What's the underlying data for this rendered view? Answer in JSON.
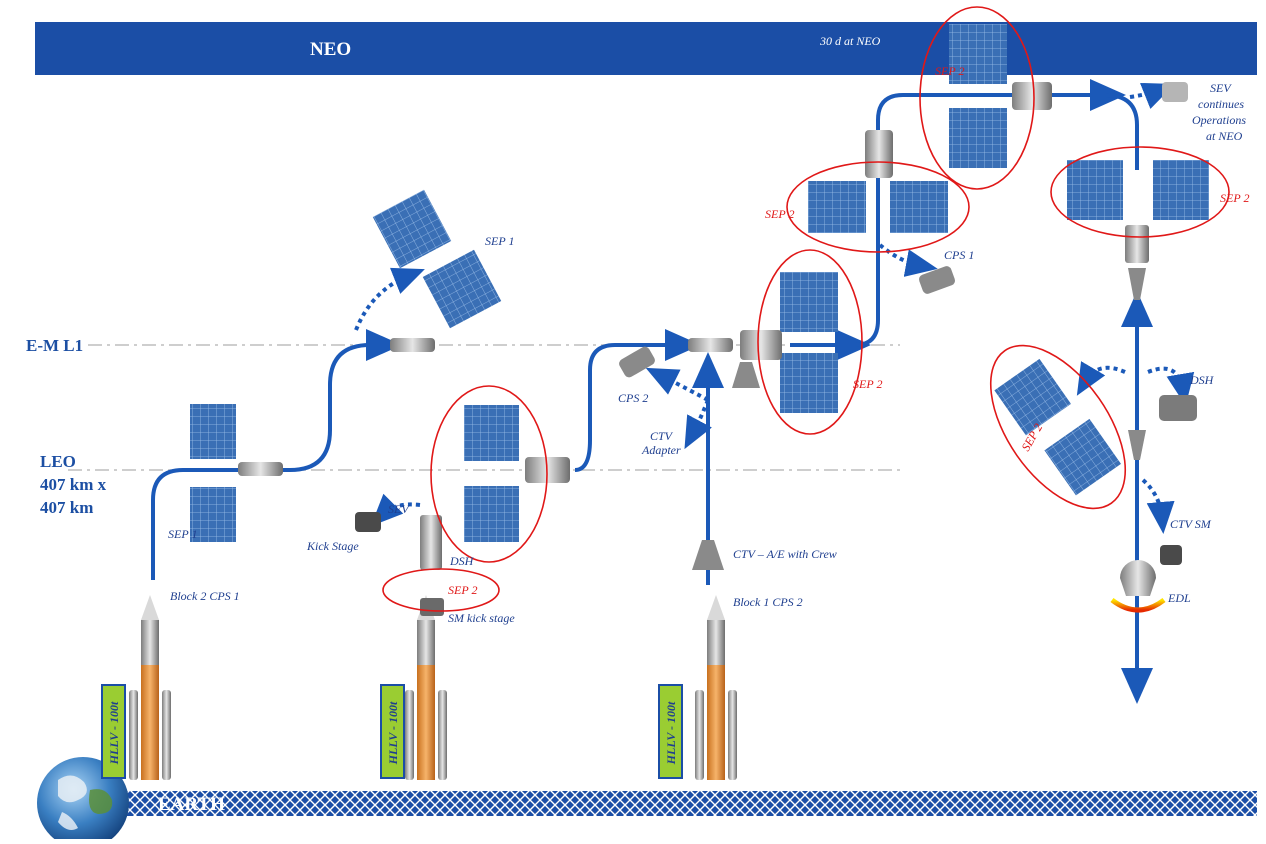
{
  "bands": {
    "top": "NEO",
    "top_note": "30 d at NEO",
    "bottom": "EARTH"
  },
  "orbits": {
    "emL1": "E-M L1",
    "leo_line1": "LEO",
    "leo_line2": "407 km x",
    "leo_line3": "407 km"
  },
  "launch_vehicle": "HLLV - 100t",
  "labels": {
    "sep1_launch": "SEP 1",
    "block2_cps1": "Block 2 CPS 1",
    "sep1_release": "SEP 1",
    "sev": "SEV",
    "kick_stage": "Kick Stage",
    "dsh_stack": "DSH",
    "sep2_stack": "SEP 2",
    "sm_kick_stage": "SM kick stage",
    "cps2": "CPS 2",
    "ctv_adapter_1": "CTV",
    "ctv_adapter_2": "Adapter",
    "ctv_crew": "CTV – A/E with Crew",
    "block1_cps2": "Block 1 CPS 2",
    "sep2_l1": "SEP 2",
    "sep2_mid": "SEP 2",
    "cps1": "CPS 1",
    "sep2_top": "SEP 2",
    "sev_continues_1": "SEV",
    "sev_continues_2": "continues",
    "sev_continues_3": "Operations",
    "sev_continues_4": "at NEO",
    "sep2_return": "SEP 2",
    "dsh_return": "DSH",
    "sep2_release": "SEP 2",
    "ctv_sm": "CTV SM",
    "edl": "EDL"
  },
  "colors": {
    "navy": "#1b4ea6",
    "trajectory": "#1b59b8",
    "highlight": "#e01818",
    "panel": "#3a6fb5",
    "lv_label": "#9acd32"
  }
}
